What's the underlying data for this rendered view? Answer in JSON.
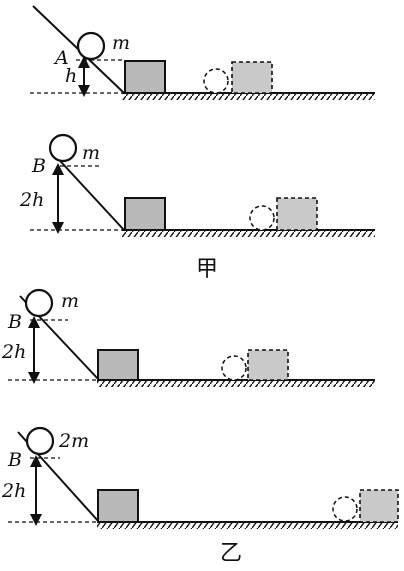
{
  "panels": [
    {
      "point": "A",
      "mass": "m",
      "height": "h"
    },
    {
      "point": "B",
      "mass": "m",
      "height": "2h"
    },
    {
      "point": "B",
      "mass": "m",
      "height": "2h"
    },
    {
      "point": "B",
      "mass": "2m",
      "height": "2h"
    }
  ],
  "captions": {
    "jia": "甲",
    "yi": "乙"
  }
}
